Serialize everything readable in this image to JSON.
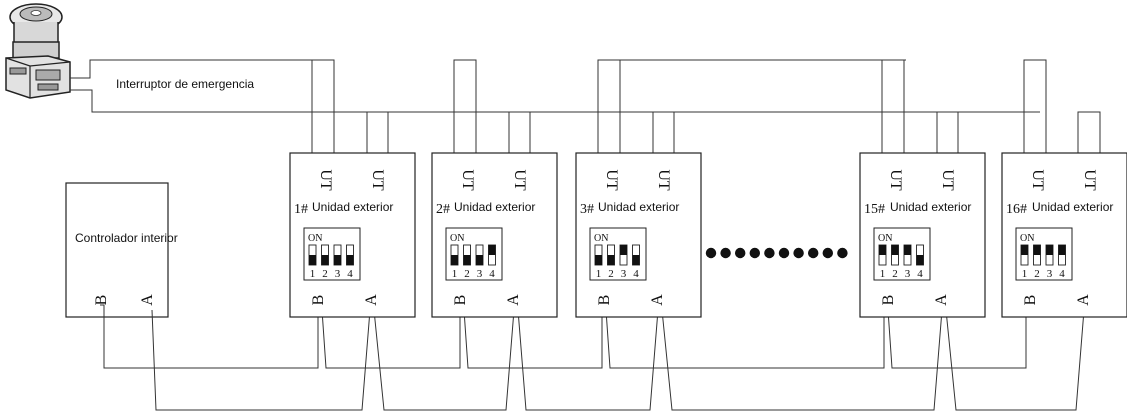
{
  "emergency_switch": {
    "label": "Interruptor de emergencia"
  },
  "indoor_controller": {
    "label": "Controlador interior",
    "terminal_b": "B",
    "terminal_a": "A"
  },
  "outdoor_units": [
    {
      "number": "1#",
      "label": "Unidad exterior",
      "terminal_1": "UT",
      "terminal_2": "UT",
      "terminal_b": "B",
      "terminal_a": "A",
      "dip": {
        "on_label": "ON",
        "positions": [
          "1",
          "2",
          "3",
          "4"
        ],
        "switch_up": [
          false,
          false,
          false,
          false
        ]
      }
    },
    {
      "number": "2#",
      "label": "Unidad exterior",
      "terminal_1": "UT",
      "terminal_2": "UT",
      "terminal_b": "B",
      "terminal_a": "A",
      "dip": {
        "on_label": "ON",
        "positions": [
          "1",
          "2",
          "3",
          "4"
        ],
        "switch_up": [
          false,
          false,
          false,
          true
        ]
      }
    },
    {
      "number": "3#",
      "label": "Unidad exterior",
      "terminal_1": "UT",
      "terminal_2": "UT",
      "terminal_b": "B",
      "terminal_a": "A",
      "dip": {
        "on_label": "ON",
        "positions": [
          "1",
          "2",
          "3",
          "4"
        ],
        "switch_up": [
          false,
          false,
          true,
          false
        ]
      }
    },
    {
      "number": "15#",
      "label": "Unidad exterior",
      "terminal_1": "UT",
      "terminal_2": "UT",
      "terminal_b": "B",
      "terminal_a": "A",
      "dip": {
        "on_label": "ON",
        "positions": [
          "1",
          "2",
          "3",
          "4"
        ],
        "switch_up": [
          true,
          true,
          true,
          false
        ]
      }
    },
    {
      "number": "16#",
      "label": "Unidad exterior",
      "terminal_1": "UT",
      "terminal_2": "UT",
      "terminal_b": "B",
      "terminal_a": "A",
      "dip": {
        "on_label": "ON",
        "positions": [
          "1",
          "2",
          "3",
          "4"
        ],
        "switch_up": [
          true,
          true,
          true,
          true
        ]
      }
    }
  ],
  "ellipsis": {
    "dot_count": 10
  }
}
